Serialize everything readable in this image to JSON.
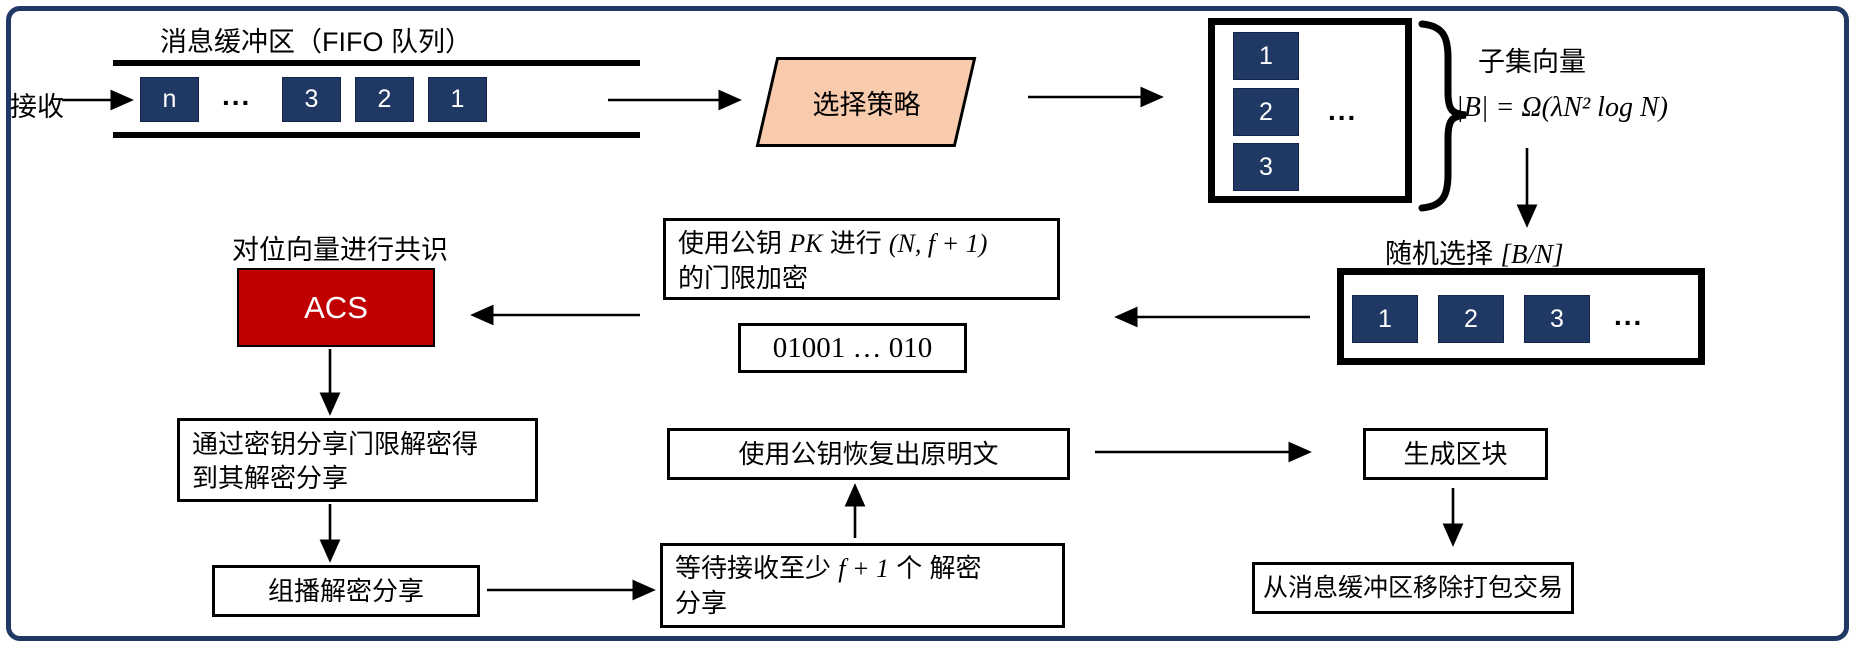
{
  "colors": {
    "frame_border": "#1F3864",
    "queue_cell": "#1F3864",
    "acs_fill": "#C00000",
    "strategy_fill": "#F8CBAD"
  },
  "receive": {
    "label": "接收"
  },
  "buffer": {
    "title": "消息缓冲区（FIFO 队列）",
    "cells": [
      "n",
      "3",
      "2",
      "1"
    ],
    "ellipsis": "..."
  },
  "strategy": {
    "label": "选择策略"
  },
  "subset": {
    "cells": [
      "1",
      "2",
      "3"
    ],
    "ellipsis": "...",
    "caption": "子集向量",
    "formula": "|B| = Ω(λN² log N)"
  },
  "random": {
    "label_text": "随机选择 ",
    "label_math": "[B/N]",
    "cells": [
      "1",
      "2",
      "3"
    ],
    "ellipsis": "..."
  },
  "encrypt": {
    "l1_a": "使用公钥 ",
    "l1_pk": "PK",
    "l1_b": " 进行 ",
    "l1_math": "(N, f + 1)",
    "l2": "的门限加密"
  },
  "bitvector": {
    "text": "01001 … 010"
  },
  "acs": {
    "caption": "对位向量进行共识",
    "label": "ACS"
  },
  "decrypt": {
    "line1": "通过密钥分享门限解密得",
    "line2": "到其解密分享"
  },
  "multicast": {
    "label": "组播解密分享"
  },
  "wait": {
    "l1_a": "等待接收至少 ",
    "l1_math": "f + 1",
    "l1_b": " 个 解密",
    "l2": "分享"
  },
  "recover": {
    "label": "使用公钥恢复出原明文"
  },
  "block": {
    "label": "生成区块"
  },
  "remove": {
    "label": "从消息缓冲区移除打包交易"
  }
}
